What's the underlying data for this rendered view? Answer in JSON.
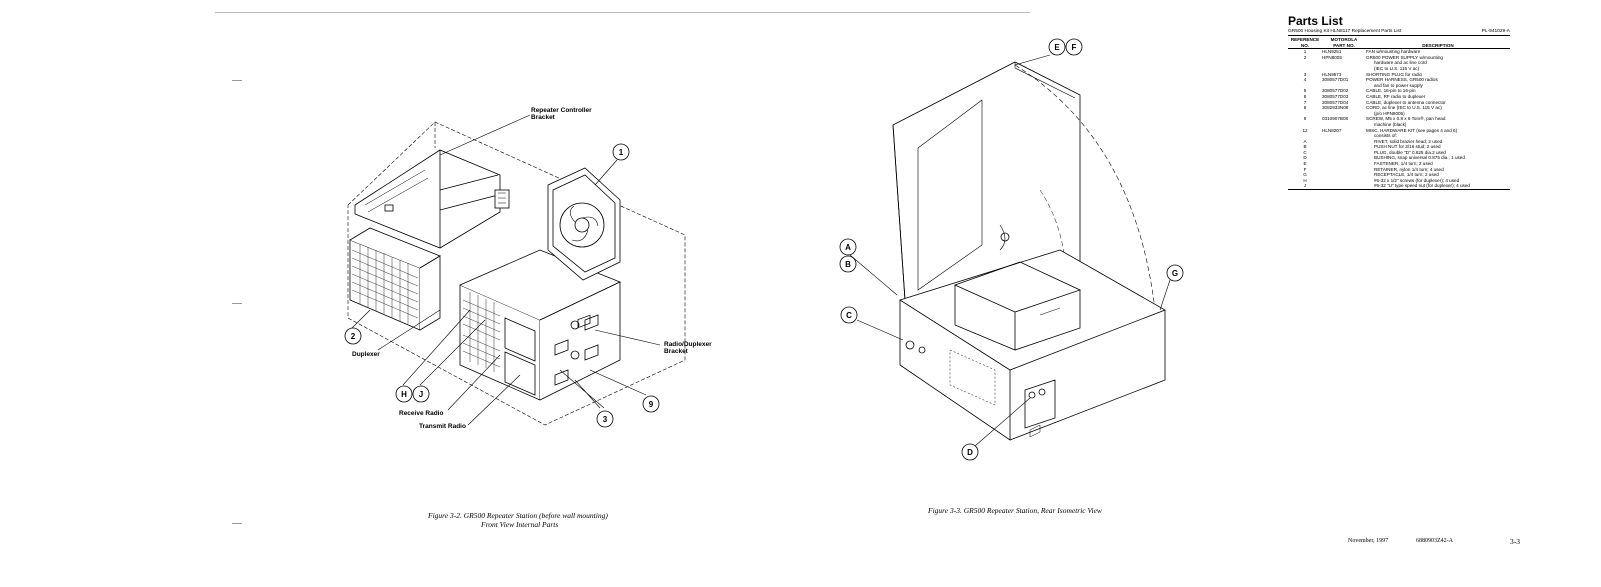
{
  "figure_left": {
    "labels": {
      "repeater_controller_bracket_1": "Repeater Controller",
      "repeater_controller_bracket_2": "Bracket",
      "radio_duplexer_bracket_1": "Radio/Duplexer",
      "radio_duplexer_bracket_2": "Bracket",
      "duplexer": "Duplexer",
      "receive_radio": "Receive Radio",
      "transmit_radio": "Transmit Radio"
    },
    "callouts": [
      "1",
      "2",
      "H",
      "J",
      "3",
      "9"
    ],
    "caption_line1": "Figure 3-2.   GR500 Repeater Station (before wall mounting)",
    "caption_line2": "Front View Internal Parts"
  },
  "figure_right": {
    "callouts": [
      "E",
      "F",
      "A",
      "B",
      "C",
      "G",
      "D"
    ],
    "caption": "Figure 3-3.   GR500 Repeater Station, Rear Isometric View"
  },
  "parts_list": {
    "title": "Parts List",
    "subtitle": "GR500 Housing Kit HLN8117 Replacement Parts List",
    "doc_number": "PL-941029-A",
    "headers": {
      "ref_line1": "REFERENCE",
      "ref_line2": "NO.",
      "part_line1": "MOTOROLA",
      "part_line2": "PART NO.",
      "description": "DESCRIPTION"
    },
    "rows": [
      {
        "ref": "1",
        "part": "HLN9251",
        "desc": [
          "FAN w/mounting hardware"
        ]
      },
      {
        "ref": "2",
        "part": "HPN8005",
        "desc": [
          "GR500 POWER SUPPLY w/mounting",
          "hardware and ac line cord",
          "(IEC to U.S. 115 V ac)"
        ]
      },
      {
        "ref": "3",
        "part": "HLN9573",
        "desc": [
          "SHORTING PLUG for radio"
        ]
      },
      {
        "ref": "4",
        "part": "3080577D01",
        "desc": [
          "POWER HARNESS, GR500 radios",
          "and fan to power supply"
        ]
      },
      {
        "ref": "5",
        "part": "3080577D02",
        "desc": [
          "CABLE, 16-pin to 16-pin"
        ]
      },
      {
        "ref": "6",
        "part": "3080577D03",
        "desc": [
          "CABLE, RF radio to duplexer"
        ]
      },
      {
        "ref": "7",
        "part": "3080577D04",
        "desc": [
          "CABLE, duplexer to antenna connector"
        ]
      },
      {
        "ref": "8",
        "part": "3082933N08",
        "desc": [
          "CORD, ac line (IEC to U.S. 115 V ac)",
          "(p/o HPN8005)"
        ]
      },
      {
        "ref": "9",
        "part": "0310907B08",
        "desc": [
          "SCREW, M5 x 0.8 x 8 Torx®, pan head",
          "machine (black)"
        ]
      },
      {
        "ref": "12",
        "part": "HLN8207",
        "desc": [
          "MISC. HARDWARE KIT (see pages 4 and 6)",
          "consists of:"
        ]
      },
      {
        "ref": "A",
        "part": "",
        "desc": [
          "RIVET, solid brazier head; 2 used"
        ]
      },
      {
        "ref": "B",
        "part": "",
        "desc": [
          "PUSH NUT for 3/16 stud; 2 used"
        ]
      },
      {
        "ref": "C",
        "part": "",
        "desc": [
          "PLUG, double \"D\" 0.625 dia.2 used"
        ]
      },
      {
        "ref": "D",
        "part": "",
        "desc": [
          "BUSHING, snap universal 0.875 dia.; 1 used"
        ]
      },
      {
        "ref": "E",
        "part": "",
        "desc": [
          "FASTENER, 1/4 turn; 2 used"
        ]
      },
      {
        "ref": "F",
        "part": "",
        "desc": [
          "RETAINER, nylon 1/4 turn; 4 used"
        ]
      },
      {
        "ref": "G",
        "part": "",
        "desc": [
          "RECEPTACLE, 1/4 turn; 2 used"
        ]
      },
      {
        "ref": "H",
        "part": "",
        "desc": [
          "#6-32 x 1/2\" screws (for duplexer); 4 used"
        ]
      },
      {
        "ref": "J",
        "part": "",
        "desc": [
          "#6-32 \"U\" type speed nut (for duplexer); 4 used"
        ]
      }
    ]
  },
  "footer": {
    "date": "November, 1997",
    "doc_id": "6880903Z42-A",
    "page": "3-3"
  }
}
